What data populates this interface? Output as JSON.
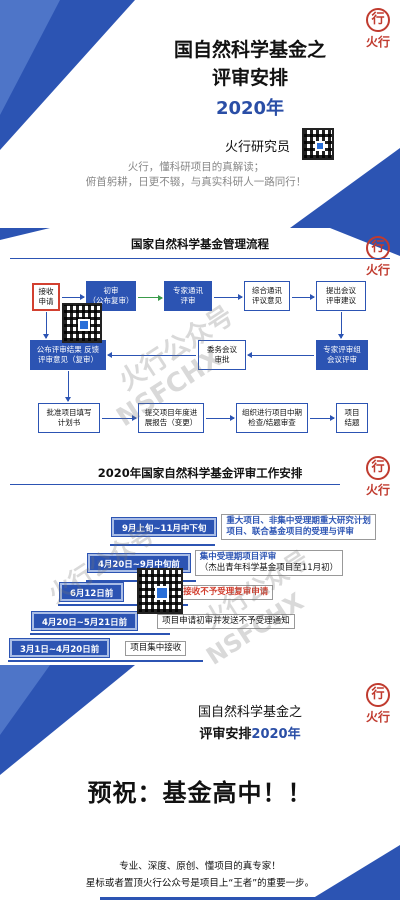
{
  "cover": {
    "title_line1": "国自然科学基金之",
    "title_line2": "评审安排",
    "year": "2020年",
    "author": "火行研究员",
    "tagline_line1": "火行，懂科研项目的真解读；",
    "tagline_line2": "俯首躬耕，日更不辍，与真实科研人一路同行！"
  },
  "logo": {
    "glyph": "行",
    "brand": "火行"
  },
  "watermark": {
    "cn": "火行公众号",
    "en": "NSFCHX"
  },
  "flow": {
    "heading": "国家自然科学基金管理流程",
    "nodes": {
      "apply": "接收\n申请",
      "initial": "初审\n（公布复审）",
      "expert_comm": "专家通讯\n评审",
      "comprehensive": "综合通讯\n评议意见",
      "proposal": "提出会议\n评审建议",
      "publish": "公布评审结果 反馈\n评审意见（复审）",
      "committee": "委务会议\n审批",
      "panel": "专家评审组\n会议评审",
      "approval": "批准项目填写\n计划书",
      "report": "提交项目年度进\n展报告（变更）",
      "midterm": "组织进行项目中期\n检查/结题审查",
      "finish": "项目\n结题"
    }
  },
  "schedule": {
    "heading": "2020年国家自然科学基金评审工作安排",
    "steps": [
      {
        "date": "9月上旬~11月中下旬",
        "desc1": "重大项目、非集中受理期重大研究计划",
        "desc2": "项目、联合基金项目的受理与评审"
      },
      {
        "date": "4月20日~9月中旬前",
        "desc1": "集中受理期项目评审",
        "desc2": "（杰出青年科学基金项目至11月初）"
      },
      {
        "date": "6月12日前",
        "desc1": "接收不予受理复审申请"
      },
      {
        "date": "4月20日~5月21日前",
        "desc1": "项目申请初审并发送不予受理通知"
      },
      {
        "date": "3月1日~4月20日前",
        "desc1": "项目集中接收"
      }
    ]
  },
  "closing": {
    "line1": "国自然科学基金之",
    "line2": "评审安排",
    "year": "2020年",
    "wish": "预祝：基金高中！！",
    "footer1": "专业、深度、原创、懂项目的真专家！",
    "footer2": "星标或者置顶火行公众号是项目上“王者”的重要一步。"
  },
  "colors": {
    "primary": "#2c54b3",
    "accent_red": "#d24030",
    "logo_red": "#c03b2f"
  }
}
